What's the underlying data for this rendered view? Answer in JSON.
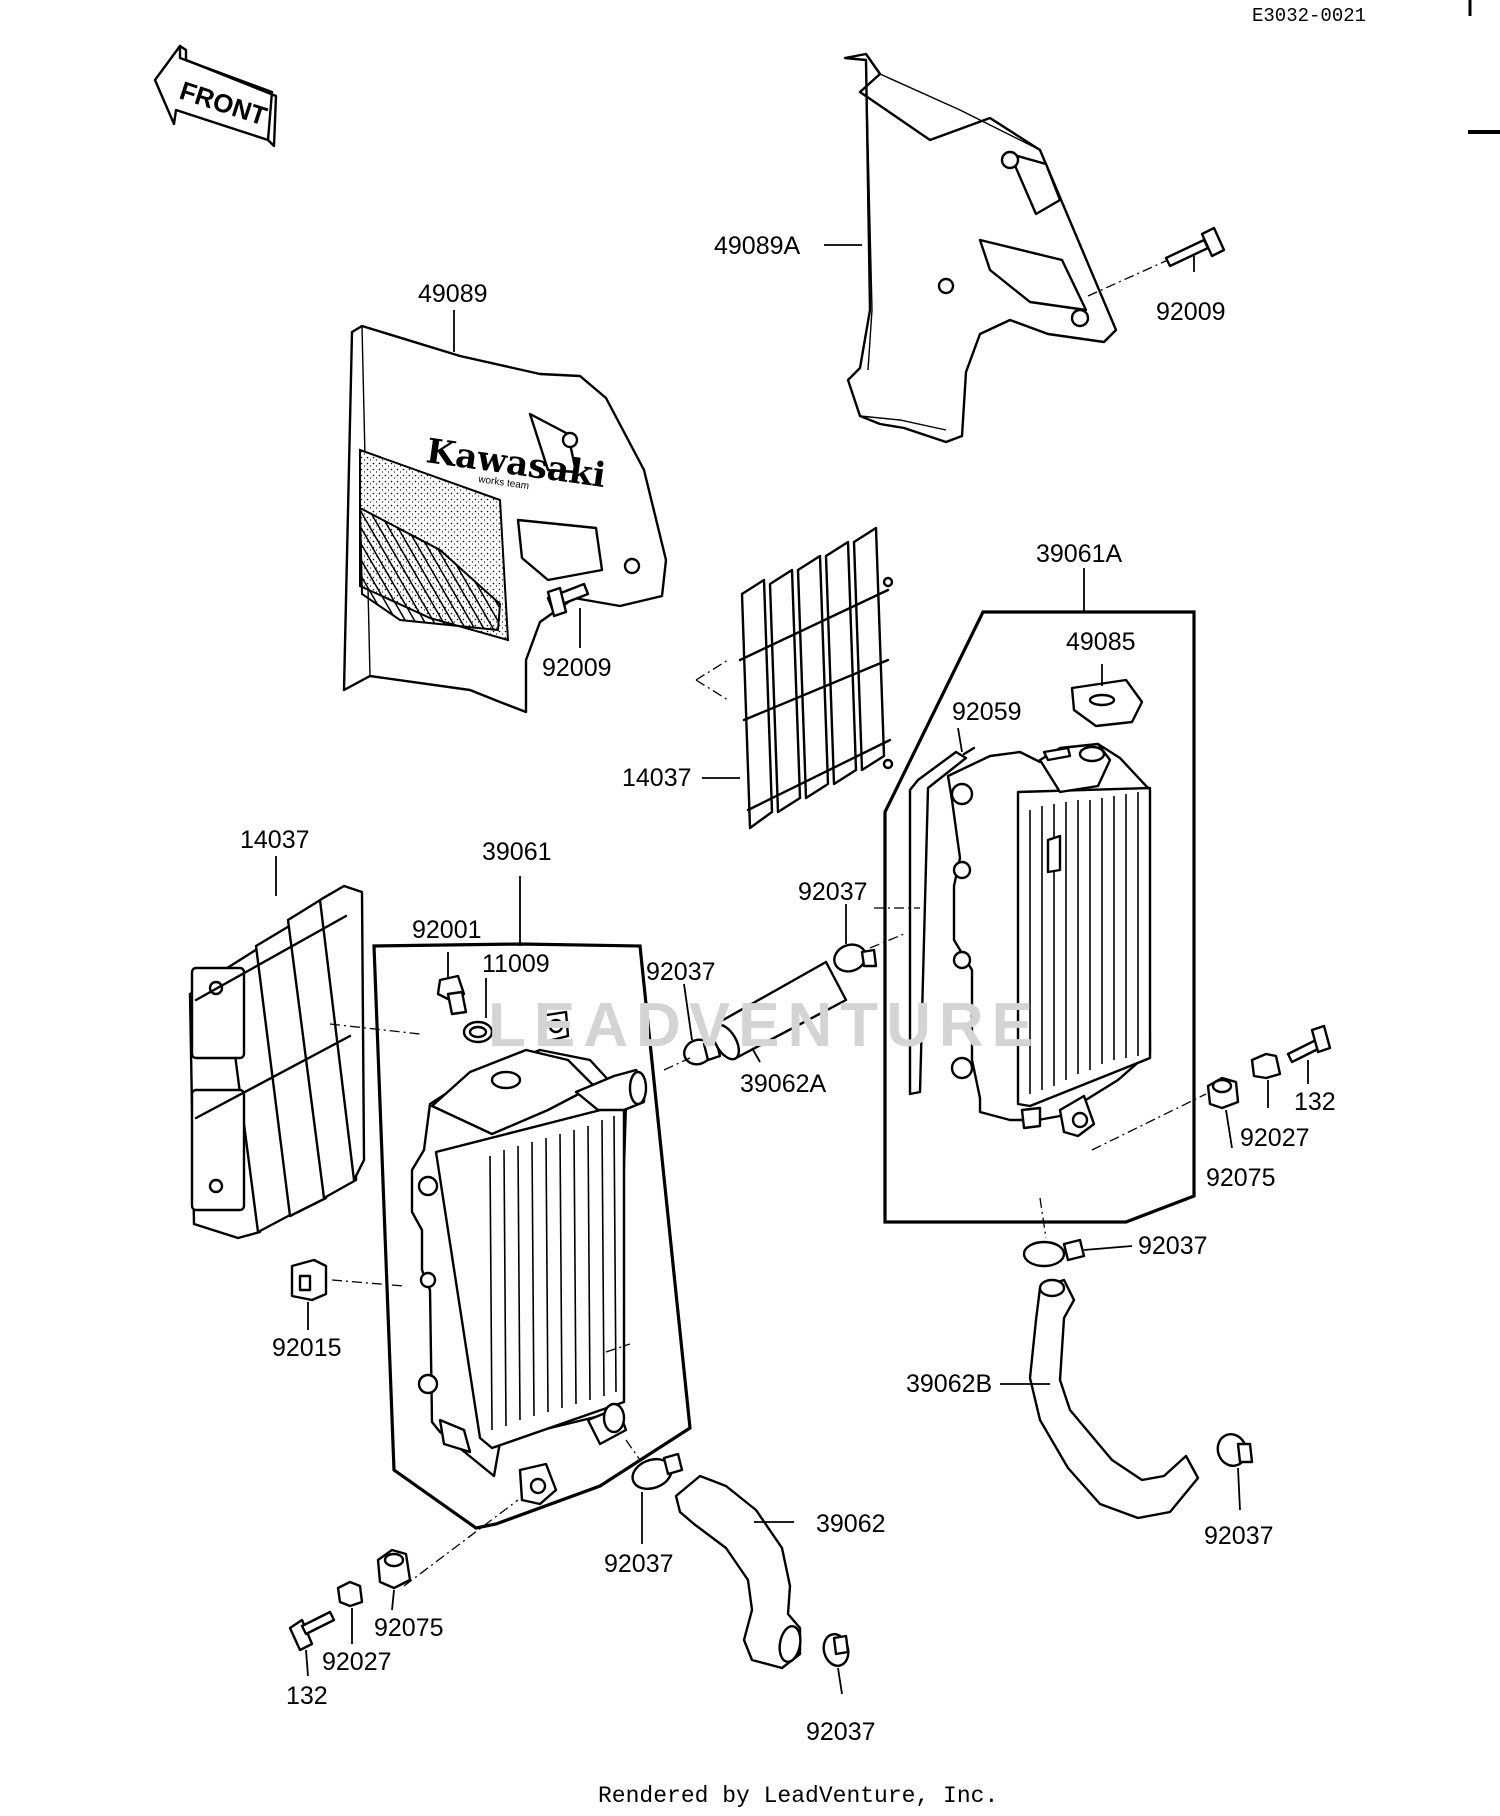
{
  "header": {
    "code": "E3032-0021"
  },
  "front_label": "FRONT",
  "logo": {
    "brand": "Kawasaki",
    "sub": "works team"
  },
  "watermark": "LEADVENTURE",
  "footer": {
    "text": "Rendered by LeadVenture, Inc."
  },
  "labels": {
    "l_49089": "49089",
    "l_49089A": "49089A",
    "l_92009_top": "92009",
    "l_92009_left": "92009",
    "l_39061A": "39061A",
    "l_49085": "49085",
    "l_92059": "92059",
    "l_14037_mid": "14037",
    "l_14037_left": "14037",
    "l_39061": "39061",
    "l_92001": "92001",
    "l_11009": "11009",
    "l_92037_a": "92037",
    "l_92037_b": "92037",
    "l_39062A": "39062A",
    "l_132_right": "132",
    "l_92027_right": "92027",
    "l_92075_right": "92075",
    "l_92037_c": "92037",
    "l_92015": "92015",
    "l_39062B": "39062B",
    "l_92037_d": "92037",
    "l_39062": "39062",
    "l_92037_e": "92037",
    "l_92075_left": "92075",
    "l_92027_left": "92027",
    "l_132_left": "132",
    "l_92037_f": "92037"
  }
}
